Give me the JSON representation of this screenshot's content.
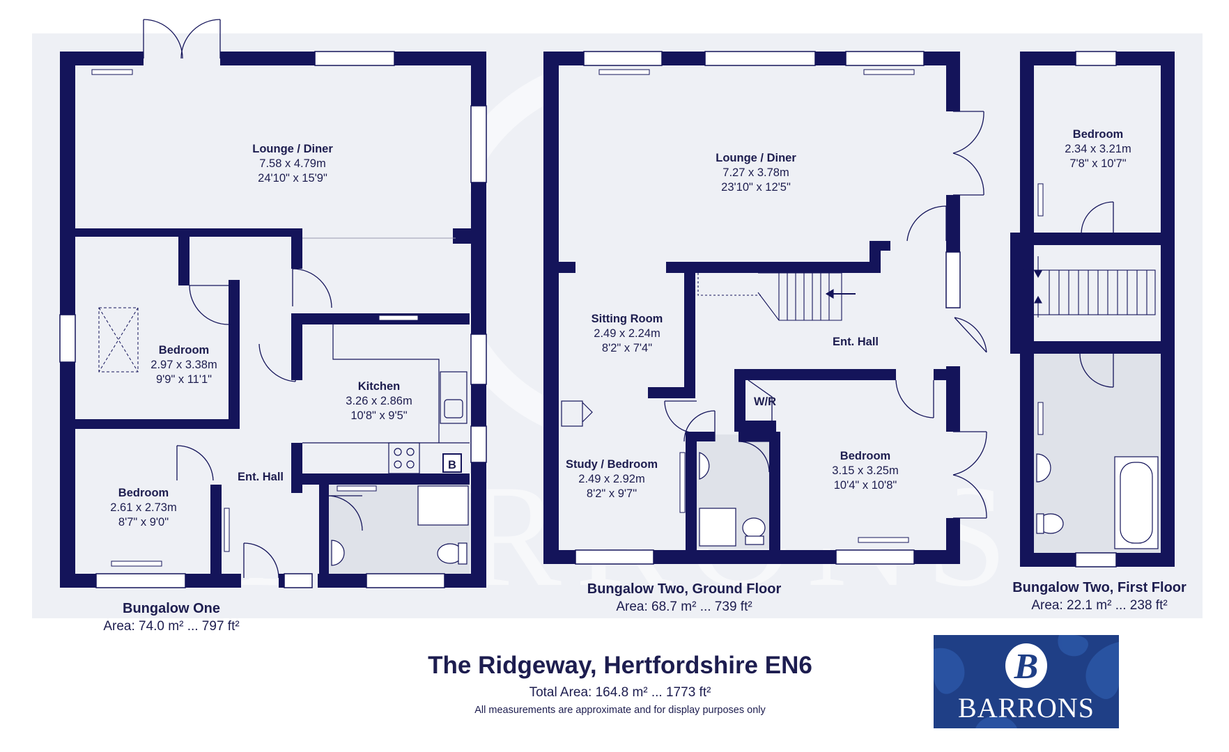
{
  "property_title": "The Ridgeway, Hertfordshire EN6",
  "total_area": "Total Area: 164.8 m² ... 1773 ft²",
  "disclaimer": "All measurements are approximate and for display purposes only",
  "logo_text": "BARRONS",
  "watermark_text": "BARRONS",
  "colors": {
    "wall": "#14145a",
    "floor": "#eef0f5",
    "shaded": "#dde0e7",
    "text": "#1d1d4f",
    "brand_bg": "#1f3f86"
  },
  "plans": [
    {
      "title": "Bungalow One",
      "area": "Area: 74.0 m² ... 797 ft²"
    },
    {
      "title": "Bungalow Two, Ground Floor",
      "area": "Area: 68.7 m² ... 739 ft²"
    },
    {
      "title": "Bungalow Two, First Floor",
      "area": "Area: 22.1 m² ... 238 ft²"
    }
  ],
  "rooms": {
    "b1_lounge": {
      "name": "Lounge / Diner",
      "metric": "7.58 x 4.79m",
      "imperial": "24'10\" x 15'9\""
    },
    "b1_bed1": {
      "name": "Bedroom",
      "metric": "2.97 x 3.38m",
      "imperial": "9'9\" x 11'1\""
    },
    "b1_kitchen": {
      "name": "Kitchen",
      "metric": "3.26 x 2.86m",
      "imperial": "10'8\" x 9'5\""
    },
    "b1_bed2": {
      "name": "Bedroom",
      "metric": "2.61 x 2.73m",
      "imperial": "8'7\" x 9'0\""
    },
    "b1_hall": {
      "name": "Ent. Hall"
    },
    "b1_boiler": {
      "name": "B"
    },
    "b2_lounge": {
      "name": "Lounge / Diner",
      "metric": "7.27 x 3.78m",
      "imperial": "23'10\" x 12'5\""
    },
    "b2_sitting": {
      "name": "Sitting Room",
      "metric": "2.49 x 2.24m",
      "imperial": "8'2\" x 7'4\""
    },
    "b2_hall": {
      "name": "Ent. Hall"
    },
    "b2_wr": {
      "name": "W/R"
    },
    "b2_study": {
      "name": "Study / Bedroom",
      "metric": "2.49 x 2.92m",
      "imperial": "8'2\" x 9'7\""
    },
    "b2_bed": {
      "name": "Bedroom",
      "metric": "3.15 x 3.25m",
      "imperial": "10'4\" x 10'8\""
    },
    "b2f_bed": {
      "name": "Bedroom",
      "metric": "2.34 x 3.21m",
      "imperial": "7'8\" x 10'7\""
    }
  }
}
